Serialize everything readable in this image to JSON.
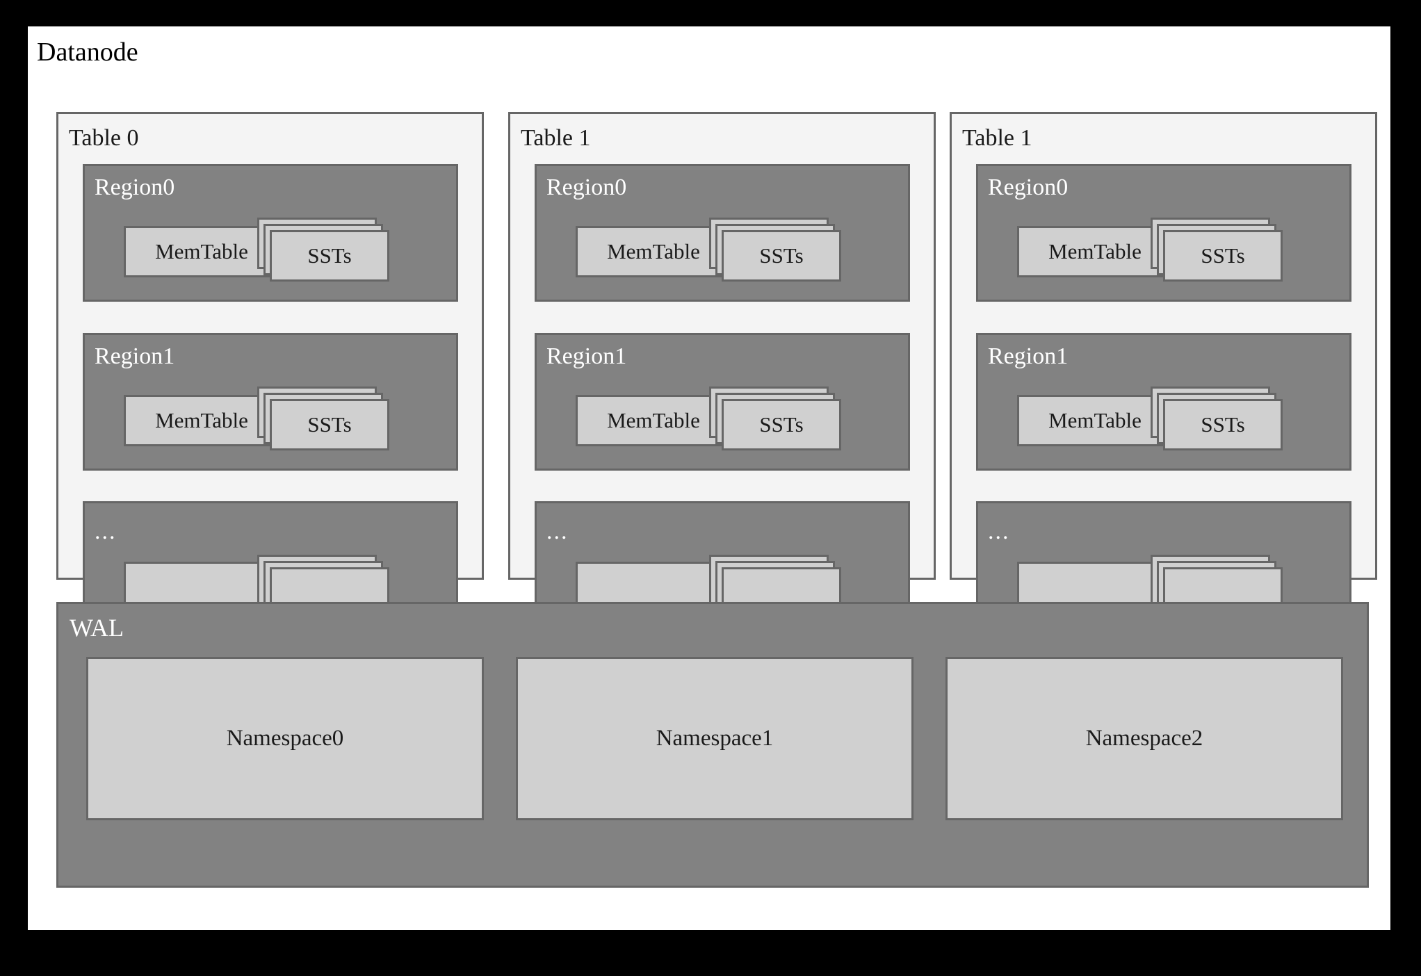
{
  "diagram": {
    "title": "Datanode",
    "colors": {
      "frame": "#000000",
      "canvas": "#ffffff",
      "table_panel_bg": "#f4f4f4",
      "region_bg": "#828282",
      "inner_box_bg": "#d0d0d0",
      "border": "#666666",
      "label_light": "#ffffff",
      "label_dark": "#1a1a1a"
    },
    "tables": [
      {
        "label": "Table 0",
        "regions": [
          {
            "label": "Region0",
            "memtable": "MemTable",
            "ssts": "SSTs"
          },
          {
            "label": "Region1",
            "memtable": "MemTable",
            "ssts": "SSTs"
          },
          {
            "label": "...",
            "memtable": "",
            "ssts": ""
          }
        ]
      },
      {
        "label": "Table 1",
        "regions": [
          {
            "label": "Region0",
            "memtable": "MemTable",
            "ssts": "SSTs"
          },
          {
            "label": "Region1",
            "memtable": "MemTable",
            "ssts": "SSTs"
          },
          {
            "label": "...",
            "memtable": "",
            "ssts": ""
          }
        ]
      },
      {
        "label": "Table 1",
        "regions": [
          {
            "label": "Region0",
            "memtable": "MemTable",
            "ssts": "SSTs"
          },
          {
            "label": "Region1",
            "memtable": "MemTable",
            "ssts": "SSTs"
          },
          {
            "label": "...",
            "memtable": "",
            "ssts": ""
          }
        ]
      }
    ],
    "wal": {
      "label": "WAL",
      "namespaces": [
        "Namespace0",
        "Namespace1",
        "Namespace2"
      ]
    }
  }
}
